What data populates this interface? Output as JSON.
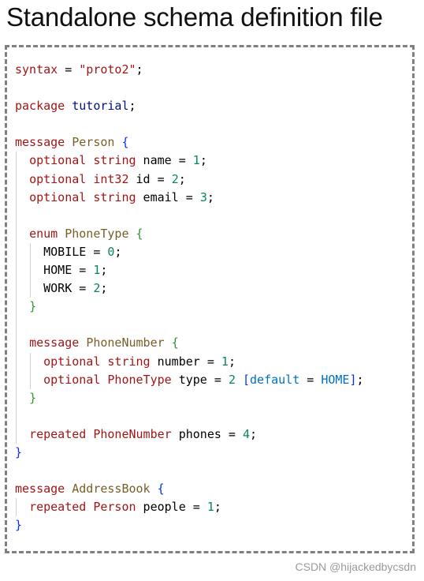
{
  "title": "Standalone schema definition file",
  "watermark": "CSDN @hijackedbycsdn",
  "code_lines": [
    {
      "indent": 0,
      "tokens": [
        {
          "t": "syntax",
          "c": "kw"
        },
        {
          "t": " = ",
          "c": "op"
        },
        {
          "t": "\"proto2\"",
          "c": "str"
        },
        {
          "t": ";",
          "c": "op"
        }
      ]
    },
    {
      "indent": 0,
      "tokens": []
    },
    {
      "indent": 0,
      "tokens": [
        {
          "t": "package",
          "c": "kw"
        },
        {
          "t": " ",
          "c": "op"
        },
        {
          "t": "tutorial",
          "c": "id"
        },
        {
          "t": ";",
          "c": "op"
        }
      ]
    },
    {
      "indent": 0,
      "tokens": []
    },
    {
      "indent": 0,
      "tokens": [
        {
          "t": "message",
          "c": "kw"
        },
        {
          "t": " ",
          "c": "op"
        },
        {
          "t": "Person",
          "c": "cls"
        },
        {
          "t": " ",
          "c": "op"
        },
        {
          "t": "{",
          "c": "br1"
        }
      ]
    },
    {
      "indent": 1,
      "tokens": [
        {
          "t": "optional",
          "c": "opt"
        },
        {
          "t": " ",
          "c": "op"
        },
        {
          "t": "string",
          "c": "opt"
        },
        {
          "t": " name = ",
          "c": "op"
        },
        {
          "t": "1",
          "c": "num"
        },
        {
          "t": ";",
          "c": "op"
        }
      ]
    },
    {
      "indent": 1,
      "tokens": [
        {
          "t": "optional",
          "c": "opt"
        },
        {
          "t": " ",
          "c": "op"
        },
        {
          "t": "int32",
          "c": "opt"
        },
        {
          "t": " id = ",
          "c": "op"
        },
        {
          "t": "2",
          "c": "num"
        },
        {
          "t": ";",
          "c": "op"
        }
      ]
    },
    {
      "indent": 1,
      "tokens": [
        {
          "t": "optional",
          "c": "opt"
        },
        {
          "t": " ",
          "c": "op"
        },
        {
          "t": "string",
          "c": "opt"
        },
        {
          "t": " email = ",
          "c": "op"
        },
        {
          "t": "3",
          "c": "num"
        },
        {
          "t": ";",
          "c": "op"
        }
      ]
    },
    {
      "indent": 1,
      "tokens": []
    },
    {
      "indent": 1,
      "tokens": [
        {
          "t": "enum",
          "c": "kw"
        },
        {
          "t": " ",
          "c": "op"
        },
        {
          "t": "PhoneType",
          "c": "cls"
        },
        {
          "t": " ",
          "c": "op"
        },
        {
          "t": "{",
          "c": "br2"
        }
      ]
    },
    {
      "indent": 2,
      "tokens": [
        {
          "t": "MOBILE = ",
          "c": "op"
        },
        {
          "t": "0",
          "c": "num"
        },
        {
          "t": ";",
          "c": "op"
        }
      ]
    },
    {
      "indent": 2,
      "tokens": [
        {
          "t": "HOME = ",
          "c": "op"
        },
        {
          "t": "1",
          "c": "num"
        },
        {
          "t": ";",
          "c": "op"
        }
      ]
    },
    {
      "indent": 2,
      "tokens": [
        {
          "t": "WORK = ",
          "c": "op"
        },
        {
          "t": "2",
          "c": "num"
        },
        {
          "t": ";",
          "c": "op"
        }
      ]
    },
    {
      "indent": 1,
      "tokens": [
        {
          "t": "}",
          "c": "br2"
        }
      ]
    },
    {
      "indent": 1,
      "tokens": []
    },
    {
      "indent": 1,
      "tokens": [
        {
          "t": "message",
          "c": "kw"
        },
        {
          "t": " ",
          "c": "op"
        },
        {
          "t": "PhoneNumber",
          "c": "cls"
        },
        {
          "t": " ",
          "c": "op"
        },
        {
          "t": "{",
          "c": "br2"
        }
      ]
    },
    {
      "indent": 2,
      "tokens": [
        {
          "t": "optional",
          "c": "opt"
        },
        {
          "t": " ",
          "c": "op"
        },
        {
          "t": "string",
          "c": "opt"
        },
        {
          "t": " number = ",
          "c": "op"
        },
        {
          "t": "1",
          "c": "num"
        },
        {
          "t": ";",
          "c": "op"
        }
      ]
    },
    {
      "indent": 2,
      "tokens": [
        {
          "t": "optional",
          "c": "opt"
        },
        {
          "t": " ",
          "c": "op"
        },
        {
          "t": "PhoneType",
          "c": "opt"
        },
        {
          "t": " type = ",
          "c": "op"
        },
        {
          "t": "2",
          "c": "num"
        },
        {
          "t": " ",
          "c": "op"
        },
        {
          "t": "[",
          "c": "br1"
        },
        {
          "t": "default",
          "c": "bl"
        },
        {
          "t": " = ",
          "c": "op"
        },
        {
          "t": "HOME",
          "c": "bl"
        },
        {
          "t": "]",
          "c": "br1"
        },
        {
          "t": ";",
          "c": "op"
        }
      ]
    },
    {
      "indent": 1,
      "tokens": [
        {
          "t": "}",
          "c": "br2"
        }
      ]
    },
    {
      "indent": 1,
      "tokens": []
    },
    {
      "indent": 1,
      "tokens": [
        {
          "t": "repeated",
          "c": "kw"
        },
        {
          "t": " ",
          "c": "op"
        },
        {
          "t": "PhoneNumber",
          "c": "kw"
        },
        {
          "t": " phones = ",
          "c": "op"
        },
        {
          "t": "4",
          "c": "num"
        },
        {
          "t": ";",
          "c": "op"
        }
      ]
    },
    {
      "indent": 0,
      "tokens": [
        {
          "t": "}",
          "c": "br1"
        }
      ]
    },
    {
      "indent": 0,
      "tokens": []
    },
    {
      "indent": 0,
      "tokens": [
        {
          "t": "message",
          "c": "kw"
        },
        {
          "t": " ",
          "c": "op"
        },
        {
          "t": "AddressBook",
          "c": "cls"
        },
        {
          "t": " ",
          "c": "op"
        },
        {
          "t": "{",
          "c": "br1"
        }
      ]
    },
    {
      "indent": 1,
      "tokens": [
        {
          "t": "repeated",
          "c": "kw"
        },
        {
          "t": " ",
          "c": "op"
        },
        {
          "t": "Person",
          "c": "kw"
        },
        {
          "t": " people = ",
          "c": "op"
        },
        {
          "t": "1",
          "c": "num"
        },
        {
          "t": ";",
          "c": "op"
        }
      ]
    },
    {
      "indent": 0,
      "tokens": [
        {
          "t": "}",
          "c": "br1"
        }
      ]
    }
  ]
}
